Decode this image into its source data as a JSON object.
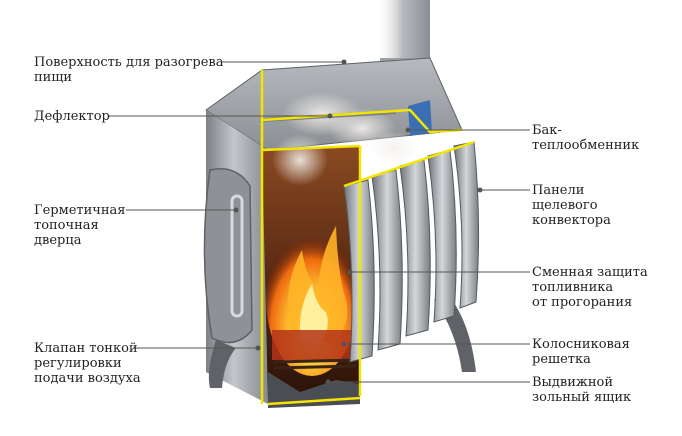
{
  "labels": {
    "cooking_surface": "Поверхность для разогрева\nпищи",
    "deflector": "Дефлектор",
    "sealed_door": "Герметичная\nтопочная\nдверца",
    "air_valve": "Клапан тонкой\nрегулировки\nподачи воздуха",
    "heat_exchanger_tank": "Бак-\nтеплообменник",
    "convector_panels": "Панели\nщелевого\nконвектора",
    "firebox_protection": "Сменная защита\nтопливника\nот прогорания",
    "grate": "Колосниковая\nрешетка",
    "ash_drawer": "Выдвижной\nзольный ящик"
  },
  "colors": {
    "cutaway_edge": "#f2e600",
    "stove_body": "#9a9ea3",
    "stove_dark": "#6f7378",
    "flame_core": "#ffd23a",
    "flame_outer": "#f06a10",
    "water": "#3b6fb5",
    "leader_line": "#555555",
    "label_text": "#222222"
  }
}
